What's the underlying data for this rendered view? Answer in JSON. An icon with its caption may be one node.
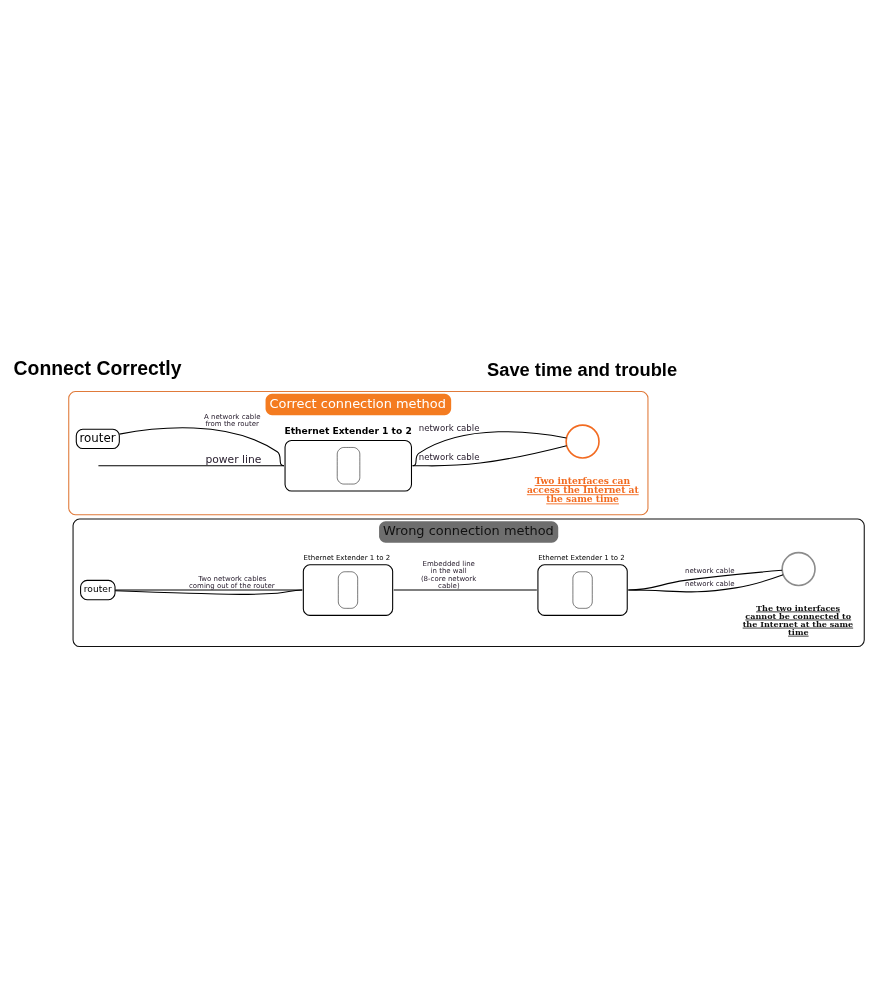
{
  "diagram": {
    "nodes": [
      {
        "text": [
          "Correct connection method"
        ]
      },
      {
        "text": [
          "router"
        ],
        "in": 0
      },
      {
        "text": [
          "Ethernet Extender 1 to 2"
        ],
        "in": 0
      },
      {
        "text": [],
        "shape": "circle",
        "in": 0
      },
      {
        "text": [
          "Wrong connection method"
        ]
      },
      {
        "text": [
          "router"
        ],
        "in": 4
      },
      {
        "text": [
          "Ethernet Extender 1 to 2"
        ],
        "in": 4
      },
      {
        "text": [
          "Ethernet Extender 1 to 2"
        ],
        "in": 4
      },
      {
        "text": [],
        "shape": "circle",
        "in": 4
      }
    ],
    "edges": [
      {
        "from": 1,
        "to": 2,
        "arrow": "none",
        "label": "A network cable from the router"
      },
      {
        "from": null,
        "to": 2,
        "arrow": "none",
        "label": "power line"
      },
      {
        "from": 2,
        "to": 3,
        "arrow": "none",
        "label": "network cable"
      },
      {
        "from": 2,
        "to": 3,
        "arrow": "none",
        "label": "network cable"
      },
      {
        "from": 5,
        "to": 6,
        "arrow": "none"
      },
      {
        "from": 5,
        "to": 6,
        "arrow": "none",
        "label": "Two network cables coming out of the router"
      },
      {
        "from": 6,
        "to": 7,
        "arrow": "none",
        "label": "Embedded line in the wall (8-core network cable)"
      },
      {
        "from": 7,
        "to": 8,
        "arrow": "none",
        "label": "network cable"
      },
      {
        "from": 7,
        "to": 8,
        "arrow": "none",
        "label": "network cable"
      }
    ],
    "labels": [
      "Connect Correctly",
      "Save time and trouble",
      "Two interfaces can access the Internet at the same time",
      "The two interfaces cannot be connected to the Internet at the same time"
    ]
  }
}
